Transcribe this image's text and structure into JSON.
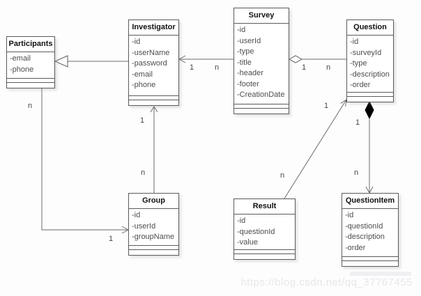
{
  "diagram_type": "uml-class-diagram",
  "classes": {
    "participants": {
      "title": "Participants",
      "attrs": [
        "-email",
        "-phone"
      ]
    },
    "investigator": {
      "title": "Investigator",
      "attrs": [
        "-id",
        "-userName",
        "-password",
        "-email",
        "-phone"
      ]
    },
    "survey": {
      "title": "Survey",
      "attrs": [
        "-id",
        "-userId",
        "-type",
        "-title",
        "-header",
        "-footer",
        "-CreationDate"
      ]
    },
    "question": {
      "title": "Question",
      "attrs": [
        "-id",
        "-surveyId",
        "-type",
        "-description",
        "-order"
      ]
    },
    "group": {
      "title": "Group",
      "attrs": [
        "-id",
        "-userId",
        "-groupName"
      ]
    },
    "result": {
      "title": "Result",
      "attrs": [
        "-id",
        "-questionId",
        "-value"
      ]
    },
    "questionitem": {
      "title": "QuestionItem",
      "attrs": [
        "-id",
        "-questionId",
        "-description",
        "-order"
      ]
    }
  },
  "relationships": [
    {
      "type": "generalization",
      "from": "Investigator",
      "to": "Participants"
    },
    {
      "type": "association",
      "from": "Survey",
      "to": "Investigator",
      "from_label": "n",
      "to_label": "1"
    },
    {
      "type": "aggregation",
      "from": "Survey",
      "to": "Question",
      "from_label": "1",
      "to_label": "n"
    },
    {
      "type": "association",
      "from": "Group",
      "to": "Investigator",
      "from_label": "n",
      "to_label": "1"
    },
    {
      "type": "association",
      "from": "Participants",
      "to": "Group",
      "from_label": "n",
      "to_label": "1"
    },
    {
      "type": "association",
      "from": "Result",
      "to": "Question",
      "from_label": "n",
      "to_label": "1"
    },
    {
      "type": "composition",
      "from": "Question",
      "to": "QuestionItem",
      "from_label": "1",
      "to_label": "n"
    }
  ],
  "watermark": {
    "text": "https://blog.csdn.net/qq_37767455"
  },
  "colors": {
    "box_border": "#5b5b5b",
    "connector": "#6b6b6b",
    "attr_text": "#4d4d4d",
    "watermark": "#e7e7eb"
  }
}
